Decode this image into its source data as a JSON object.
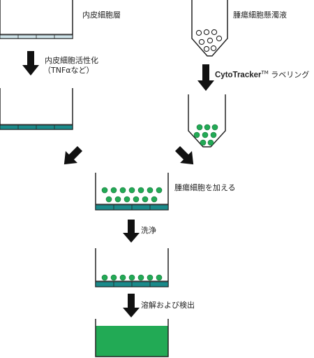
{
  "labels": {
    "endothelial_layer": "内皮細胞層",
    "tumor_suspension": "腫瘍細胞懸濁液",
    "activation_line1": "内皮細胞活性化",
    "activation_line2": "（TNFαなど）",
    "cytotracker_name": "CytoTracker",
    "cytotracker_tm": "TM",
    "cytotracker_rest": " ラベリング",
    "add_tumor": "腫瘍細胞を加える",
    "wash": "洗浄",
    "lysis_detect": "溶解および検出"
  },
  "colors": {
    "green": "#22aa55",
    "teal": "#1a8a8a",
    "light_membrane": "#cfe4ea",
    "stroke": "#222222"
  }
}
